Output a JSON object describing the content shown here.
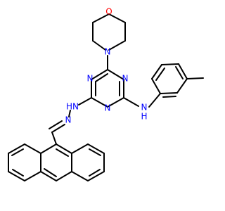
{
  "molecule": {
    "colors": {
      "bond": "#000000",
      "nitrogen": "#0000ff",
      "oxygen": "#ff0000",
      "background": "#ffffff"
    },
    "labels": {
      "morpholine_o": "O",
      "morpholine_n": "N",
      "triazine_n_top_left": "N",
      "triazine_n_top_right": "N",
      "triazine_n_bottom": "N",
      "hydrazone_nh": "HN",
      "hydrazone_n": "N",
      "aniline_nh_n": "N",
      "aniline_nh_h": "H"
    }
  }
}
